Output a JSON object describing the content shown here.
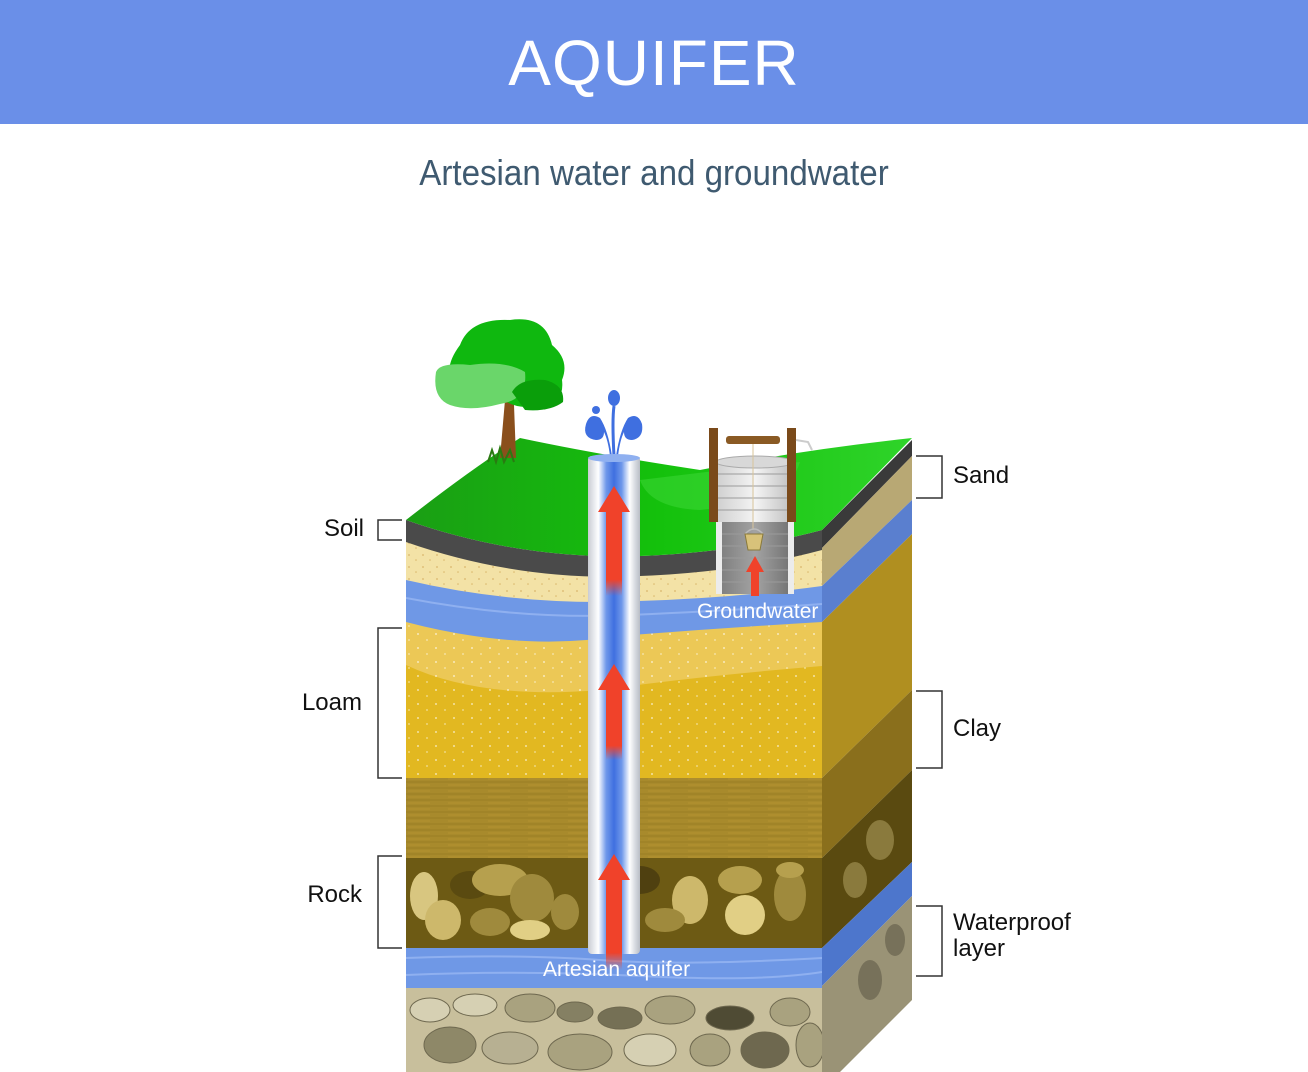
{
  "header": {
    "title": "AQUIFER",
    "subtitle": "Artesian water and groundwater",
    "banner_color": "#6a8fe8"
  },
  "labels_left": [
    {
      "id": "soil",
      "text": "Soil"
    },
    {
      "id": "loam",
      "text": "Loam"
    },
    {
      "id": "rock",
      "text": "Rock"
    }
  ],
  "labels_right": [
    {
      "id": "sand",
      "text": "Sand"
    },
    {
      "id": "clay",
      "text": "Clay"
    },
    {
      "id": "waterproof",
      "text": "Waterproof layer",
      "line1": "Waterproof",
      "line2": "layer"
    }
  ],
  "inline_labels": {
    "groundwater": "Groundwater",
    "artesian_aquifer": "Artesian aquifer"
  },
  "icons": [
    "tree-icon",
    "fountain-icon",
    "well-icon",
    "bucket-icon",
    "up-arrow-icon"
  ],
  "colors": {
    "grass": "#22c21a",
    "soil_dark": "#4a4a4a",
    "sand": "#f3e2a6",
    "water": "#6f98e6",
    "loam": "#e2b821",
    "clay": "#a88a2c",
    "rock": "#6d5a14",
    "waterproof": "#c8bf9c",
    "arrow": "#f0422a"
  }
}
